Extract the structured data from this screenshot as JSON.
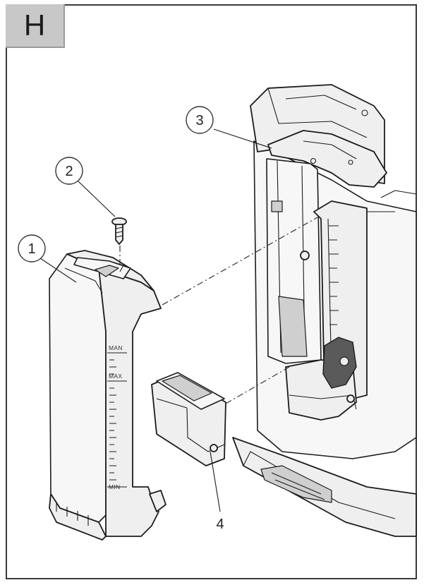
{
  "step": {
    "letter": "H"
  },
  "callouts": [
    {
      "number": "1"
    },
    {
      "number": "2"
    },
    {
      "number": "3"
    },
    {
      "number": "4"
    }
  ],
  "tank_scale": {
    "labels": [
      "MAN",
      "MAX",
      "MIN"
    ]
  }
}
